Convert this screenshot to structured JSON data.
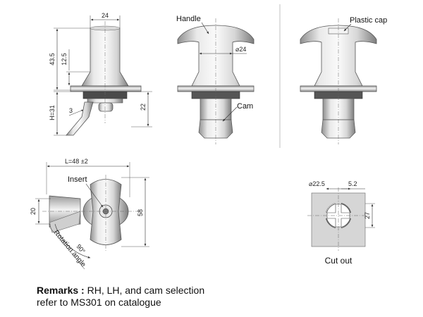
{
  "labels": {
    "handle": "Handle",
    "plastic_cap": "Plastic cap",
    "cam": "Cam",
    "insert": "Insert",
    "cut_out": "Cut out",
    "rotation_angle": "Rotation angle"
  },
  "dimensions": {
    "top_width": "24",
    "height_total": "43.5",
    "height_upper": "12.5",
    "handle_dia": "⌀24",
    "h31": "H=31",
    "cam_3": "3",
    "cam_22": "22",
    "length": "L=48 ±2",
    "width_20": "20",
    "width_58": "58",
    "angle": "90°",
    "cut_dia": "⌀22.5",
    "cut_52": "5.2",
    "cut_27": "27"
  },
  "remarks": {
    "title": "Remarks :",
    "line1": "RH, LH, and cam selection",
    "line2": "refer to MS301 on catalogue"
  },
  "colors": {
    "metal_light": "#e6e6e6",
    "metal_dark": "#8c8c8c",
    "line": "#333333"
  }
}
